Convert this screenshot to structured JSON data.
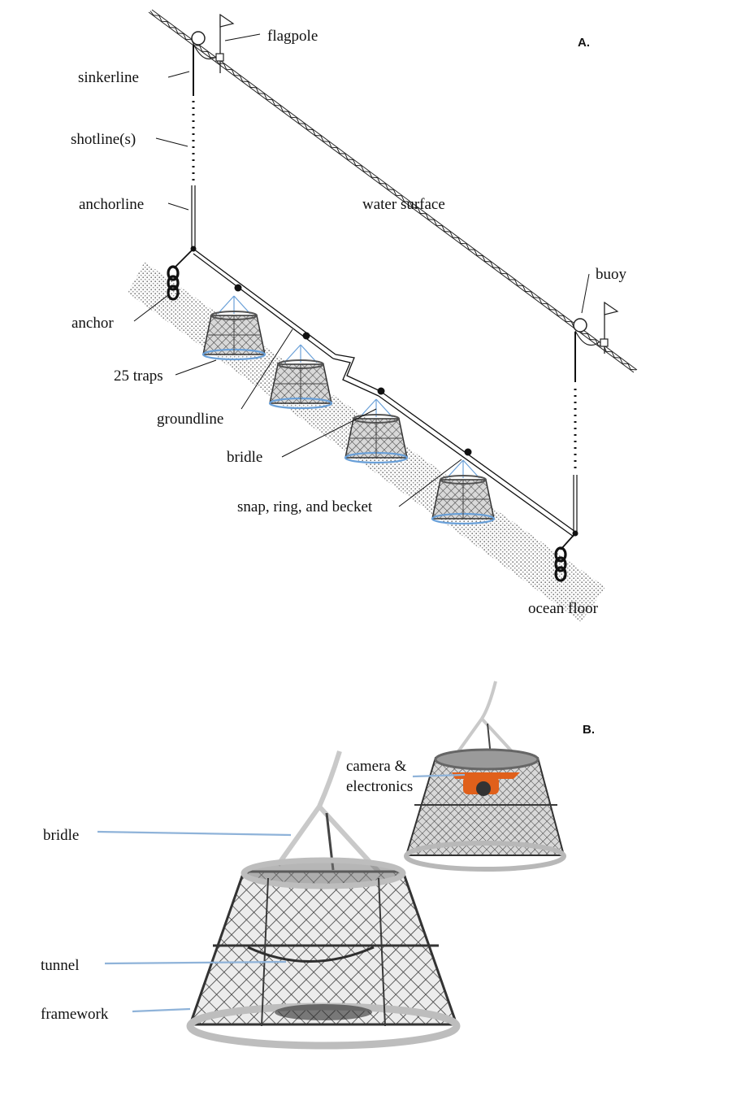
{
  "panel_a": {
    "tag": "A.",
    "labels": {
      "flagpole": "flagpole",
      "sinkerline": "sinkerline",
      "shotline": "shotline(s)",
      "anchorline": "anchorline",
      "water_surface": "water surface",
      "buoy": "buoy",
      "anchor": "anchor",
      "traps": "25 traps",
      "groundline": "groundline",
      "bridle": "bridle",
      "snap": "snap, ring, and becket",
      "ocean_floor": "ocean floor"
    }
  },
  "panel_b": {
    "tag": "B.",
    "labels": {
      "camera_line1": "camera &",
      "camera_line2": "electronics",
      "bridle": "bridle",
      "tunnel": "tunnel",
      "framework": "framework"
    }
  },
  "colors": {
    "leader_b": "#8fb3d9",
    "net": "#4a4a4a",
    "rope": "#c9c9c9",
    "camera": "#e0601b"
  }
}
